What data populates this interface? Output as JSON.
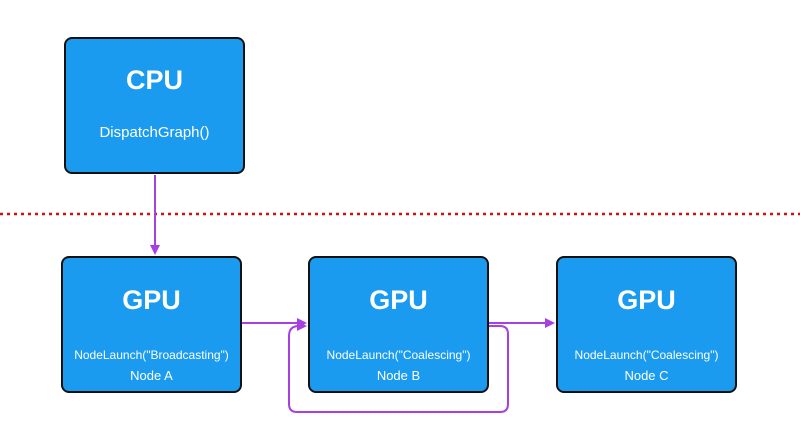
{
  "colors": {
    "box_fill": "#1a9bf0",
    "box_border": "#111111",
    "arrow": "#a640e0",
    "divider": "#cc1111"
  },
  "cpu": {
    "title": "CPU",
    "call": "DispatchGraph()"
  },
  "gpu_nodes": [
    {
      "title": "GPU",
      "launch": "NodeLaunch(\"Broadcasting\")",
      "label": "Node A"
    },
    {
      "title": "GPU",
      "launch": "NodeLaunch(\"Coalescing\")",
      "label": "Node B"
    },
    {
      "title": "GPU",
      "launch": "NodeLaunch(\"Coalescing\")",
      "label": "Node C"
    }
  ]
}
